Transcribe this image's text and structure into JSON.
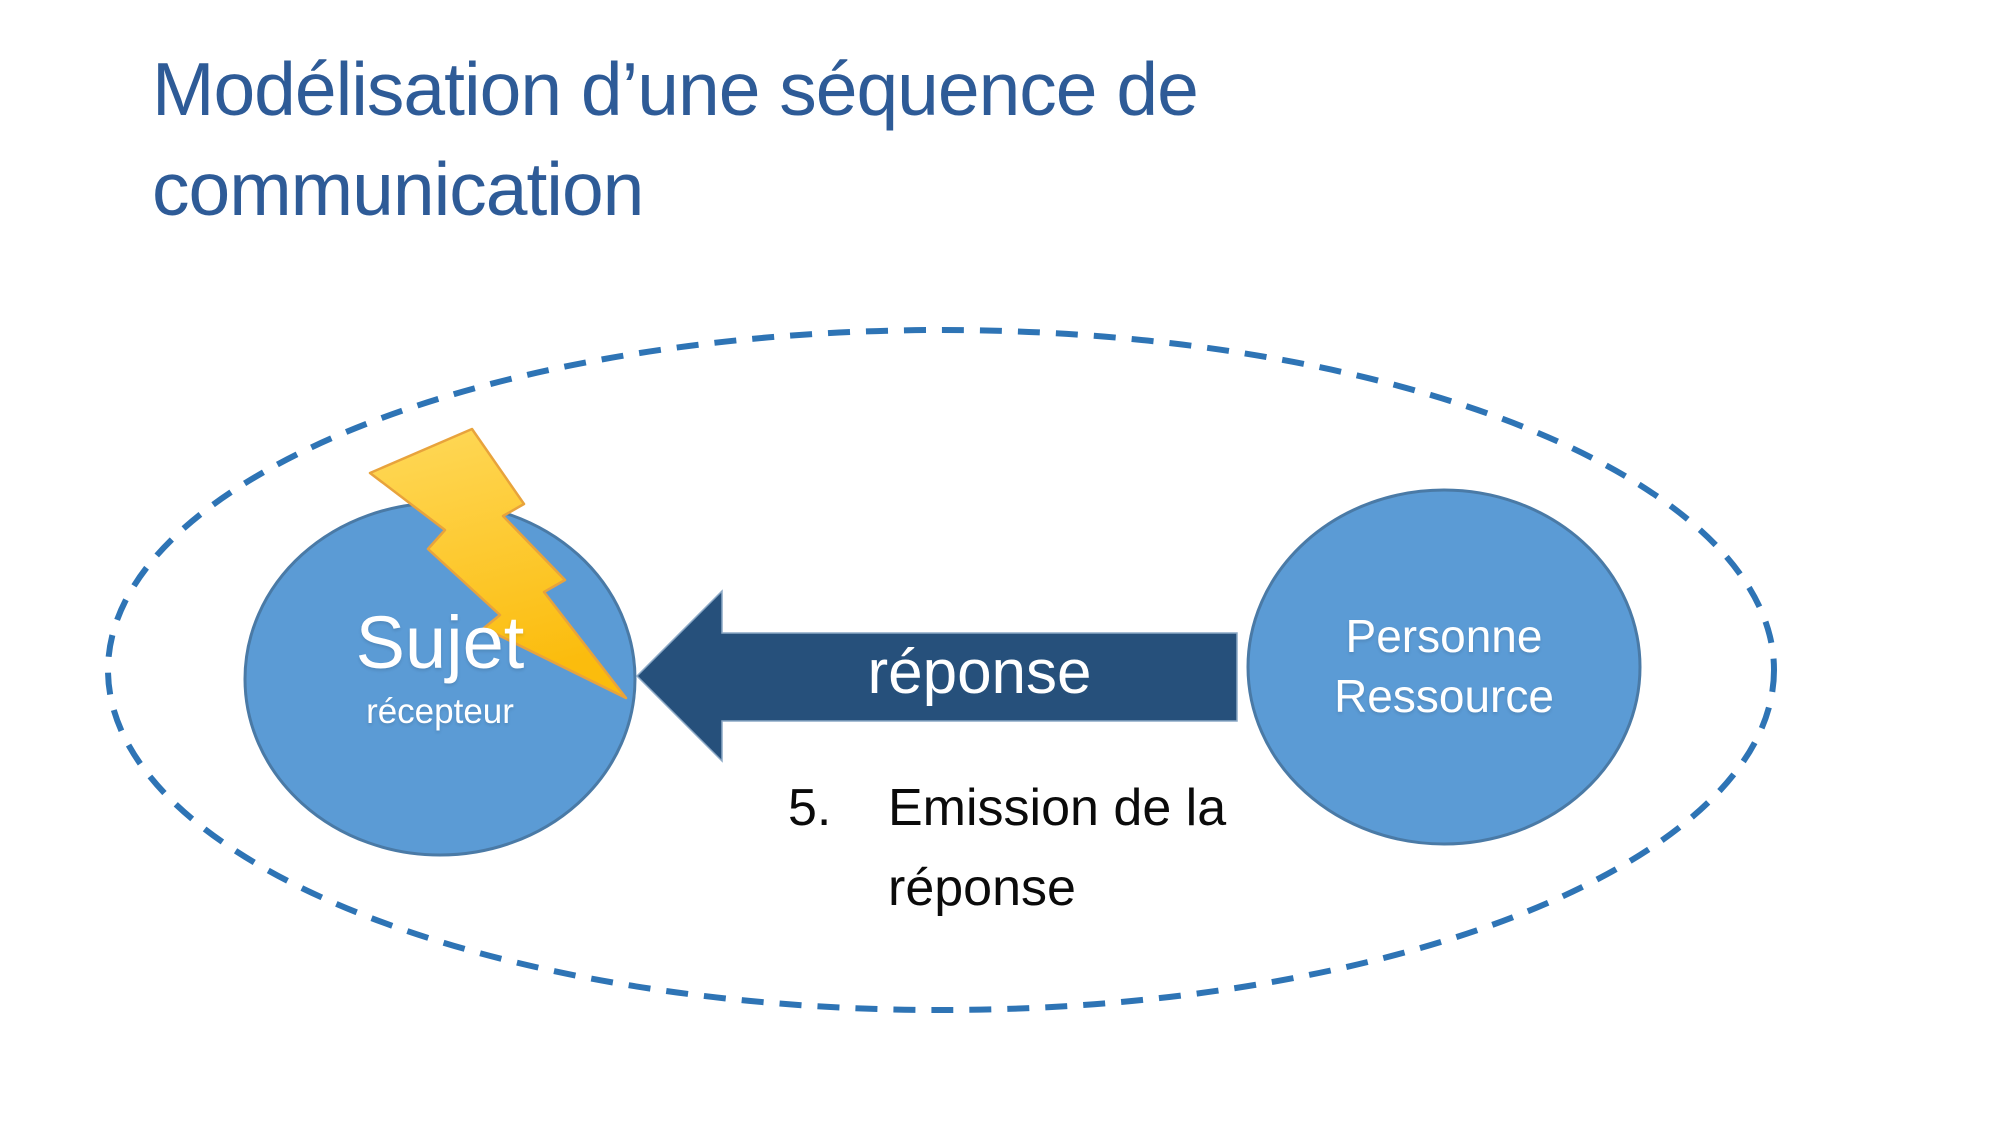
{
  "title": "Modélisation d’une séquence de communication",
  "diagram": {
    "subject_circle": {
      "label": "Sujet",
      "sublabel": "récepteur"
    },
    "resource_circle": {
      "line1": "Personne",
      "line2": "Ressource"
    },
    "arrow": {
      "label": "réponse"
    },
    "step": {
      "number": "5.",
      "text": "Emission de la\nréponse"
    },
    "icons": {
      "lightning": "lightning-bolt-icon"
    }
  },
  "colors": {
    "title_text": "#2E5B97",
    "boundary_dash": "#2E74B5",
    "circle_fill": "#5B9BD5",
    "circle_border": "#4A7AA6",
    "arrow_fill": "#26507B",
    "arrow_edge": "#8CA9C6",
    "bolt_gradient_top": "#FFD95A",
    "bolt_gradient_bottom": "#FBBC0D",
    "bolt_border": "#E8A33C",
    "label_text": "#FFFFFF",
    "step_text": "#0B0B0B"
  }
}
